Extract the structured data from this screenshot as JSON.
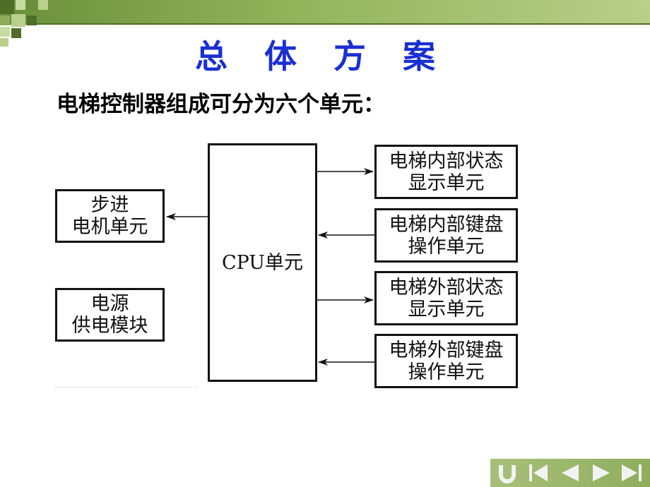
{
  "slide": {
    "title": "总 体 方 案",
    "subtitle": "电梯控制器组成可分为六个单元："
  },
  "diagram": {
    "left_units": [
      {
        "line1": "步进",
        "line2": "电机单元"
      },
      {
        "line1": "电源",
        "line2": "供电模块"
      }
    ],
    "cpu_label": "CPU单元",
    "right_units": [
      {
        "line1": "电梯内部状态",
        "line2": "显示单元"
      },
      {
        "line1": "电梯内部键盘",
        "line2": "操作单元"
      },
      {
        "line1": "电梯外部状态",
        "line2": "显示单元"
      },
      {
        "line1": "电梯外部键盘",
        "line2": "操作单元"
      }
    ]
  },
  "nav": {
    "buttons": [
      "return-icon",
      "first-icon",
      "prev-icon",
      "next-icon",
      "last-icon"
    ]
  },
  "colors": {
    "title": "#1a2fd2",
    "header_green": "#6a8f3a",
    "decor_dark": "#4f6e27",
    "decor_light": "#b9cf8a"
  }
}
